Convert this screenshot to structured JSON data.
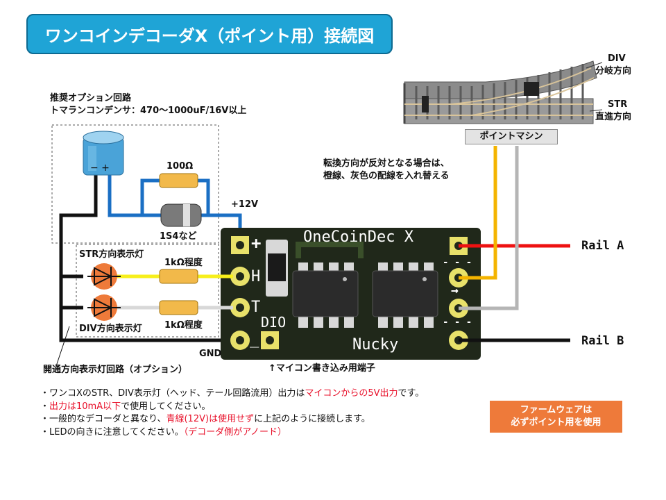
{
  "title": "ワンコインデコーダX（ポイント用）接続図",
  "option_circuit": {
    "heading": "推奨オプション回路",
    "capacitor_spec": "トマランコンデンサ：470〜1000uF/16V以上",
    "capacitor_polarity": "−  +",
    "resistor_100": "100Ω",
    "diode": "1S4など"
  },
  "indicator_circuit": {
    "str_label": "STR方向表示灯",
    "div_label": "DIV方向表示灯",
    "resistor_str": "1kΩ程度",
    "resistor_div": "1kΩ程度",
    "caption": "開通方向表示灯回路（オプション）"
  },
  "voltage_label": "+12V",
  "gnd_label": "GND",
  "pcb": {
    "name": "OneCoinDec X",
    "brand": "Nucky",
    "dio": "DIO",
    "pin_plus": "+",
    "pin_h": "H",
    "pin_t": "T",
    "pin_minus": "_",
    "right_marks": [
      "- - -",
      "→",
      "- - -"
    ]
  },
  "programming_label": "↑マイコン書き込み用端子",
  "track": {
    "div_label": "DIV",
    "div_sub": "分岐方向",
    "str_label": "STR",
    "str_sub": "直進方向",
    "point_machine": "ポイントマシン"
  },
  "swap_note": [
    "転換方向が反対となる場合は、",
    "橙線、灰色の配線を入れ替える"
  ],
  "rail_a": "Rail A",
  "rail_b": "Rail B",
  "notes": [
    {
      "parts": [
        {
          "t": "・ワンコXのSTR、DIV表示灯（ヘッド、テール回路流用）出力は",
          "red": false
        },
        {
          "t": "マイコンからの5V出力",
          "red": true
        },
        {
          "t": "です。",
          "red": false
        }
      ]
    },
    {
      "parts": [
        {
          "t": "・",
          "red": false
        },
        {
          "t": "出力は10mA以下",
          "red": true
        },
        {
          "t": "で使用してください。",
          "red": false
        }
      ]
    },
    {
      "parts": [
        {
          "t": "・一般的なデコーダと異なり、",
          "red": false
        },
        {
          "t": "青線(12V)は使用せず",
          "red": true
        },
        {
          "t": "に上記のように接続します。",
          "red": false
        }
      ]
    },
    {
      "parts": [
        {
          "t": "・LEDの向きに注意してください。",
          "red": false
        },
        {
          "t": "（デコーダ側がアノード）",
          "red": true
        }
      ]
    }
  ],
  "firmware_note": [
    "ファームウェアは",
    "必ずポイント用を使用"
  ],
  "colors": {
    "title_bg": "#1fa4d6",
    "pcb": "#20281a",
    "pad": "#e8e16a",
    "wire_blue": "#1a6fc4",
    "wire_red": "#ee1111",
    "wire_orange": "#f4b400",
    "wire_gray": "#b5b5b5",
    "wire_yellow": "#f7ef1a",
    "firmware_bg": "#ee7a3a",
    "accent_red": "#e8102a"
  }
}
